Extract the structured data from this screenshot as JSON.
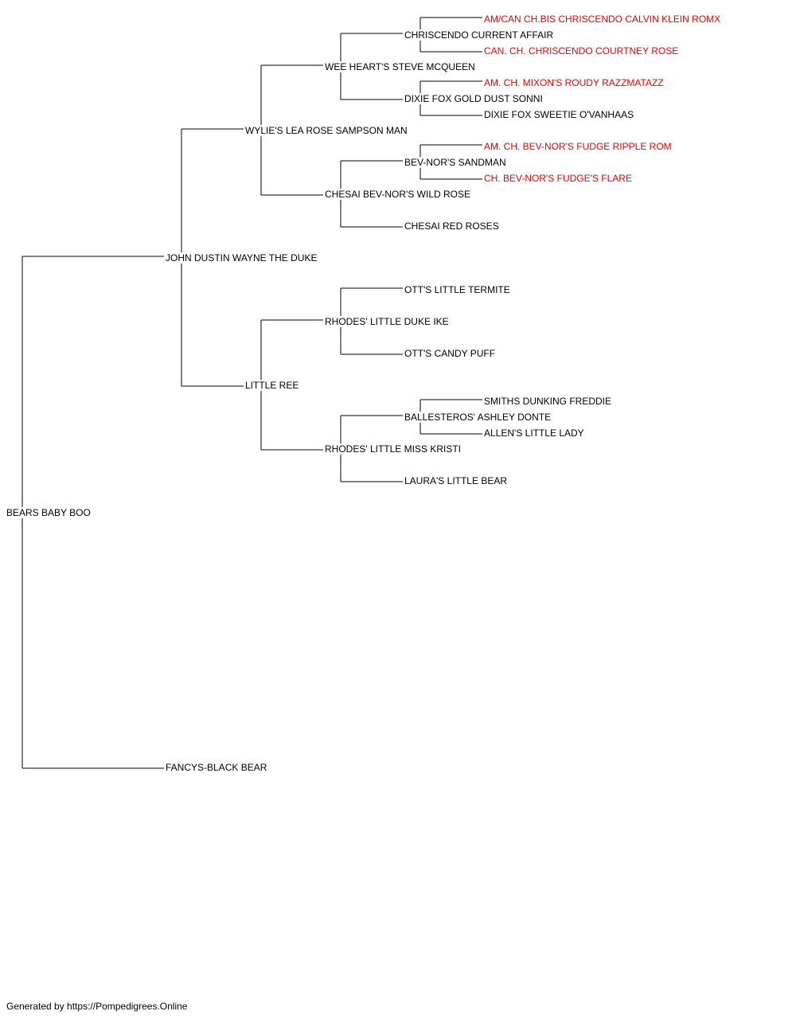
{
  "pedigree": {
    "subject": "BEARS BABY BOO",
    "sire": "JOHN DUSTIN WAYNE THE DUKE",
    "dam": "FANCYS-BLACK BEAR",
    "sire_sire": "WYLIE'S LEA ROSE SAMPSON MAN",
    "sire_dam": "LITTLE REE",
    "ss_sire": "WEE HEART'S STEVE MCQUEEN",
    "ss_dam": "CHESAI BEV-NOR'S WILD ROSE",
    "sd_sire": "RHODES' LITTLE DUKE IKE",
    "sd_dam": "RHODES' LITTLE MISS KRISTI",
    "sss_sire": "CHRISCENDO CURRENT AFFAIR",
    "sss_dam": "DIXIE FOX GOLD DUST SONNI",
    "ssd_sire": "BEV-NOR'S SANDMAN",
    "ssd_dam": "CHESAI RED ROSES",
    "sds_sire": "OTT'S LITTLE TERMITE",
    "sds_dam": "OTT'S CANDY PUFF",
    "sdd_sire": "BALLESTEROS' ASHLEY DONTE",
    "sdd_dam": "LAURA'S LITTLE BEAR",
    "ssss_sire": "AM/CAN CH.BIS CHRISCENDO CALVIN KLEIN ROMX",
    "ssss_dam": "CAN. CH. CHRISCENDO COURTNEY ROSE",
    "sssd_sire": "AM. CH. MIXON'S ROUDY RAZZMATAZZ",
    "sssd_dam": "DIXIE FOX SWEETIE O'VANHAAS",
    "ssds_sire": "AM. CH. BEV-NOR'S FUDGE RIPPLE ROM",
    "ssds_dam": "CH. BEV-NOR'S FUDGE'S FLARE",
    "sdds_sire": "SMITHS DUNKING FREDDIE",
    "sdds_dam": "ALLEN'S LITTLE LADY"
  },
  "colors": {
    "champion": "#ee0000",
    "normal": "#000000",
    "line": "#000000"
  },
  "footer": "Generated by https://Pompedigrees.Online"
}
